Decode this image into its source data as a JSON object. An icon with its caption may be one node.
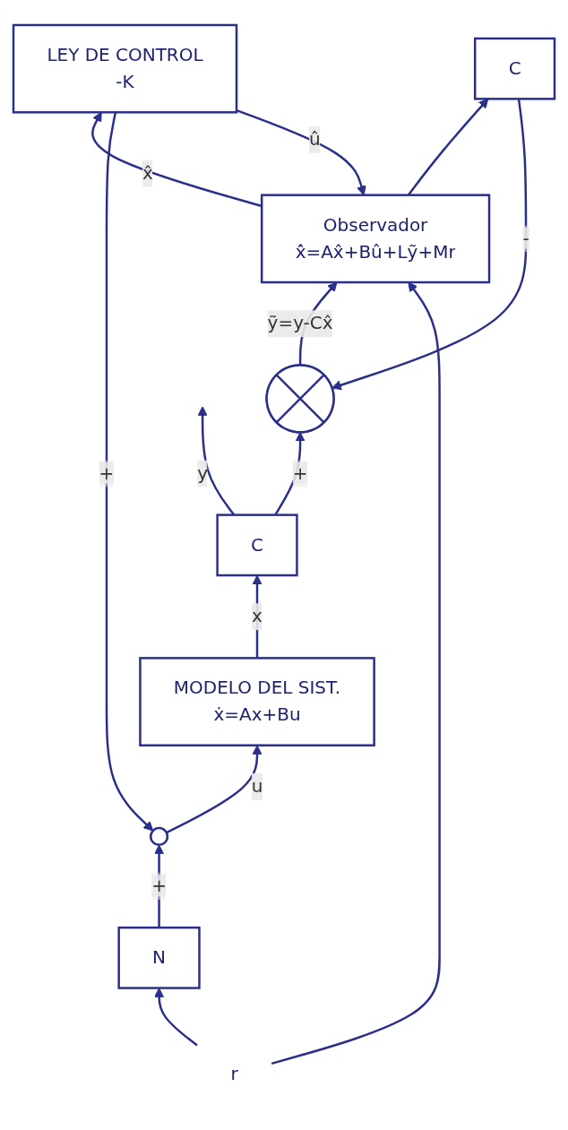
{
  "diagram": {
    "nodes": [
      {
        "text": [
          "r"
        ]
      },
      {
        "text": [
          "N"
        ]
      },
      {
        "text": [],
        "shape": "circle"
      },
      {
        "text": [
          "MODELO DEL SIST.",
          "ẋ=Ax+Bu"
        ]
      },
      {
        "text": [
          "C"
        ]
      },
      {
        "text": [],
        "shape": "circle"
      },
      {
        "text": [
          "Observador",
          "x̂̇=Ax̂+Bû+Lỹ+Mr"
        ]
      },
      {
        "text": [
          "C"
        ]
      },
      {
        "text": [
          "LEY DE CONTROL",
          "-K"
        ]
      }
    ],
    "edges": [
      {
        "from": 0,
        "to": 1,
        "arrow": "to"
      },
      {
        "from": 1,
        "to": 2,
        "arrow": "to",
        "label": "+"
      },
      {
        "from": 8,
        "to": 2,
        "arrow": "to",
        "label": "+"
      },
      {
        "from": 2,
        "to": 3,
        "arrow": "to",
        "label": "u"
      },
      {
        "from": 3,
        "to": 4,
        "arrow": "to",
        "label": "x"
      },
      {
        "from": 4,
        "to": null,
        "arrow": "to",
        "label": "y"
      },
      {
        "from": 4,
        "to": 5,
        "arrow": "to",
        "label": "+"
      },
      {
        "from": 7,
        "to": 5,
        "arrow": "to",
        "label": "-"
      },
      {
        "from": 5,
        "to": 6,
        "arrow": "to",
        "label": "ỹ=y-Cx̂"
      },
      {
        "from": 6,
        "to": 8,
        "arrow": "to",
        "label": "x̂"
      },
      {
        "from": 6,
        "to": 7,
        "arrow": "to"
      },
      {
        "from": 0,
        "to": 6,
        "arrow": "to"
      },
      {
        "from": 8,
        "to": 6,
        "arrow": "to",
        "label": "û"
      }
    ]
  }
}
